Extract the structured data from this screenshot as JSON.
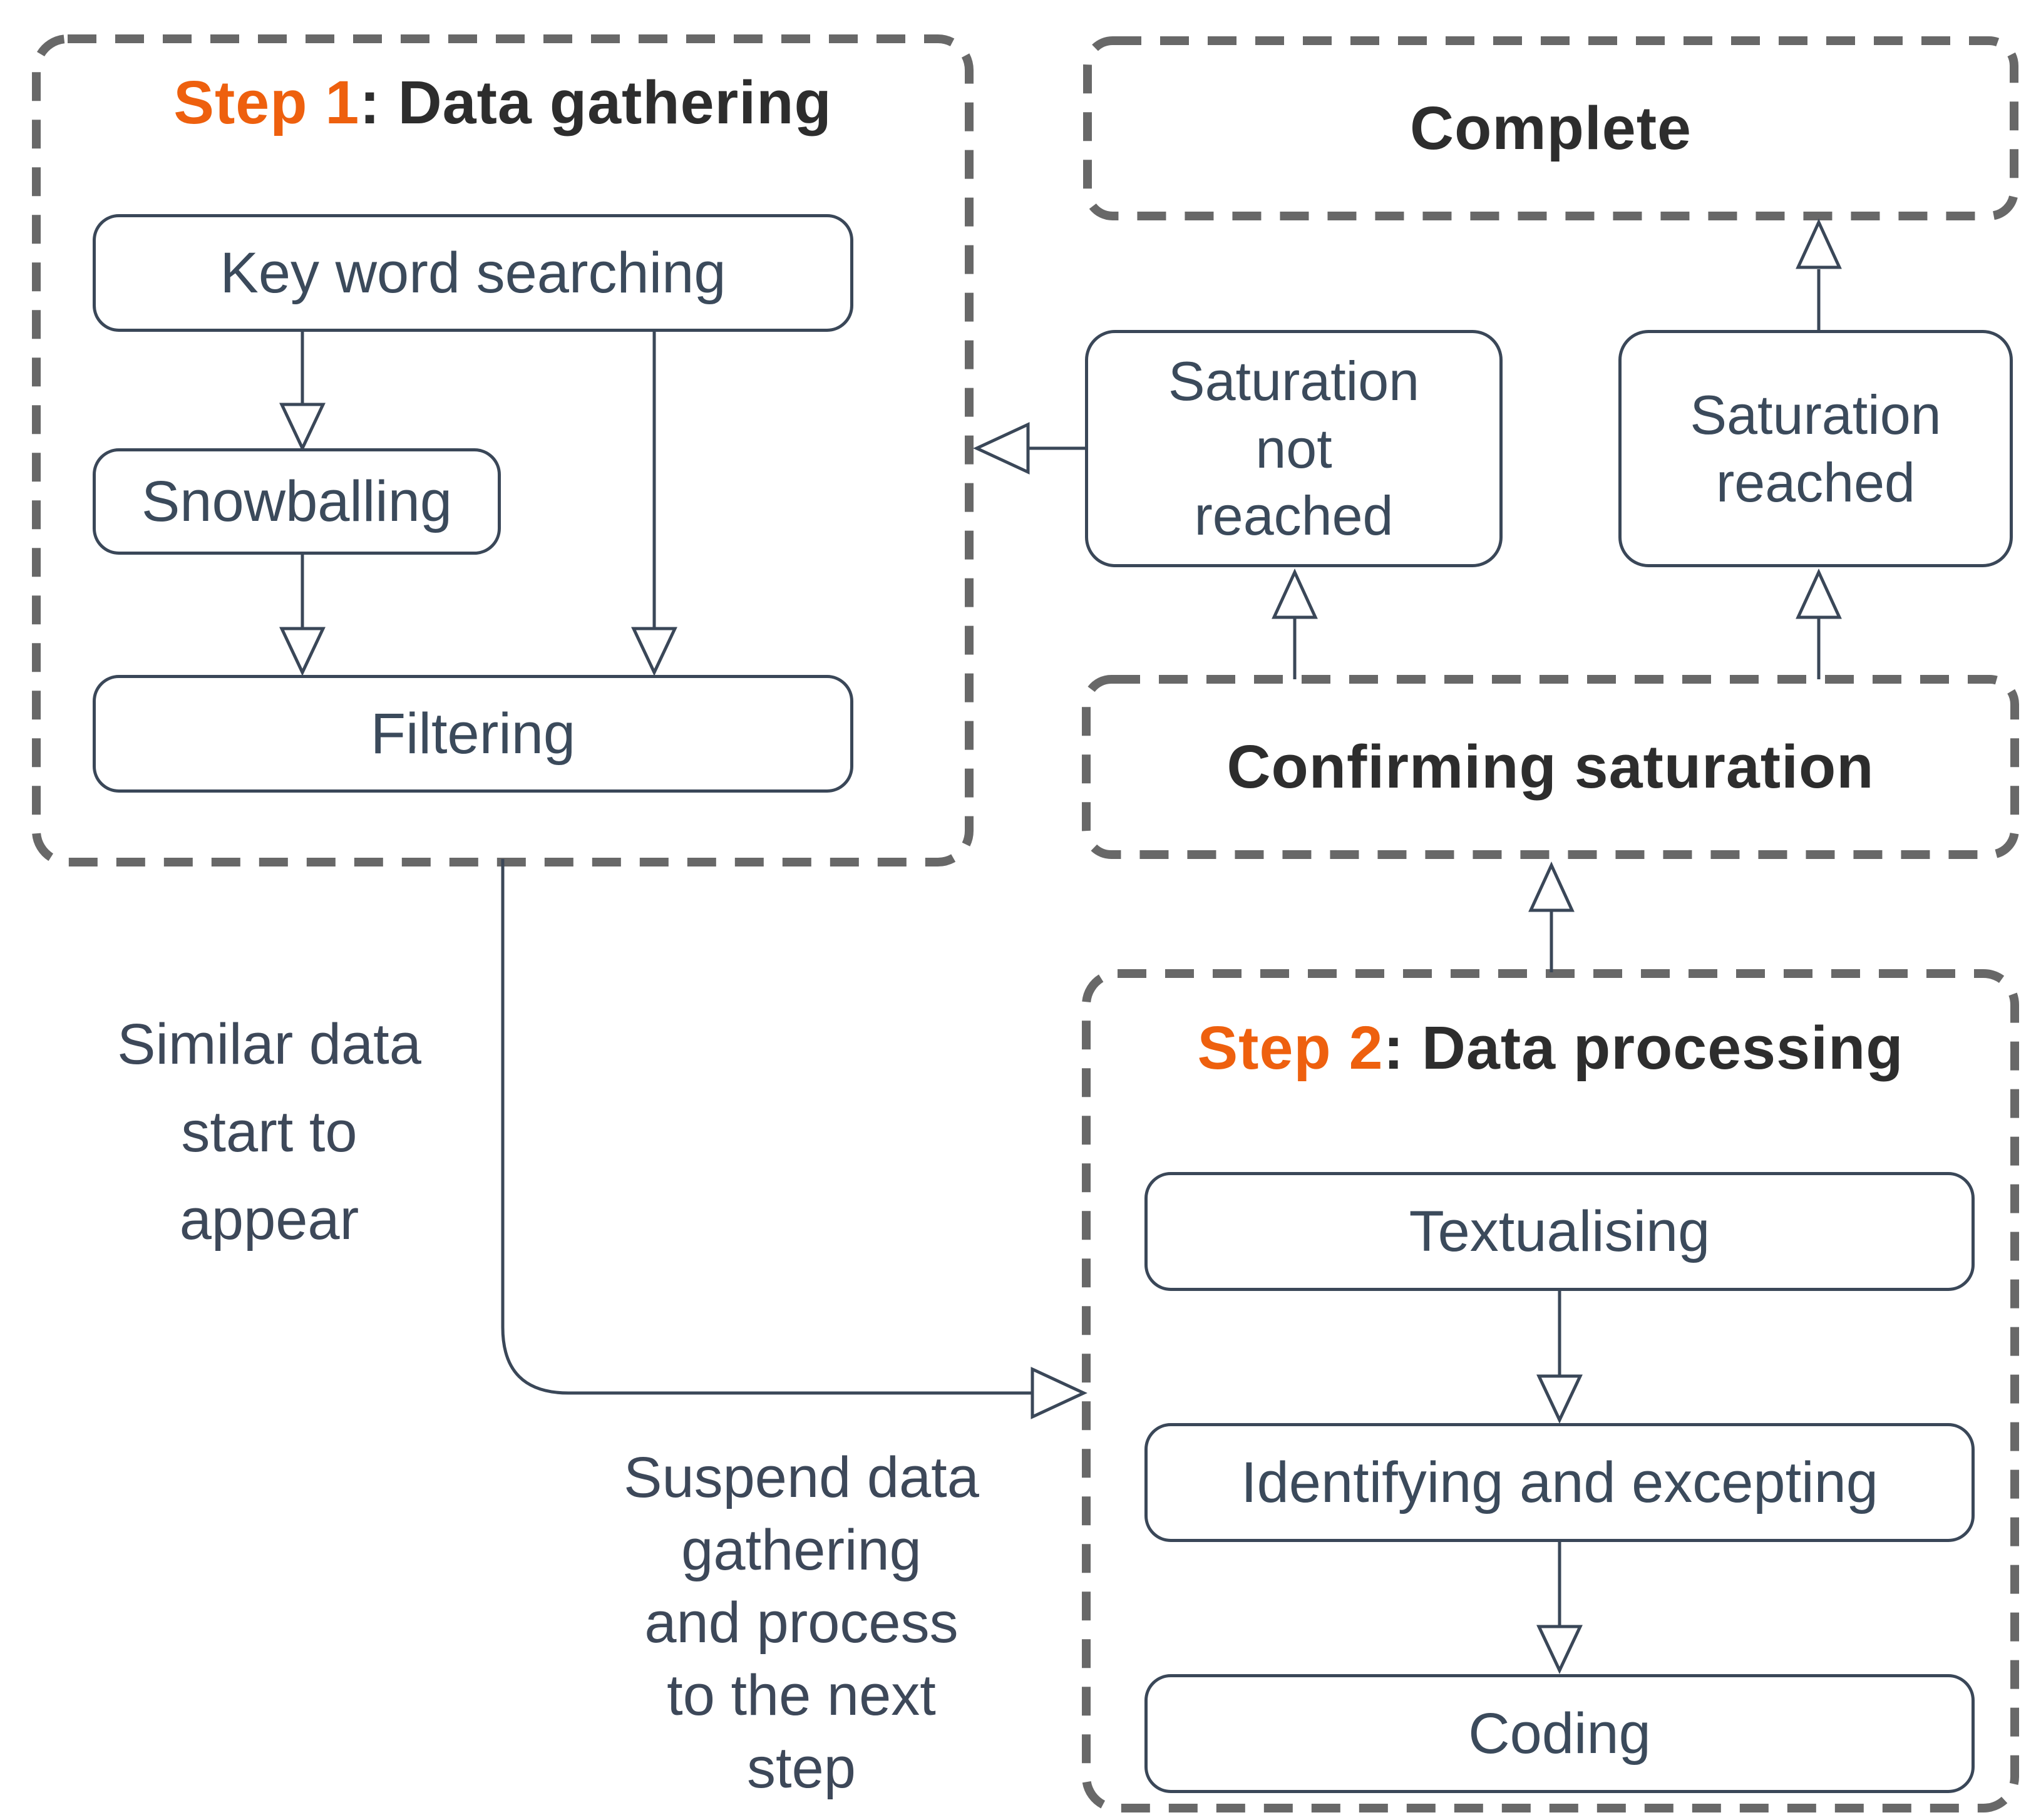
{
  "colors": {
    "accent_orange": "#ee600e",
    "outline": "#3a4758",
    "dashed_border": "#686868",
    "heading_text": "#2d2d2d"
  },
  "step1": {
    "title_step": "Step 1",
    "title_rest": ": Data gathering",
    "boxes": [
      "Key word searching",
      "Snowballing",
      "Filtering"
    ]
  },
  "complete": {
    "title": "Complete"
  },
  "saturation_not_reached": {
    "label": "Saturation\nnot\nreached"
  },
  "saturation_reached": {
    "label": "Saturation\nreached"
  },
  "confirming": {
    "title": "Confirming saturation"
  },
  "step2": {
    "title_step": "Step 2",
    "title_rest": ": Data processing",
    "boxes": [
      "Textualising",
      "Identifying and excepting",
      "Coding"
    ]
  },
  "annotations": {
    "similar_data": "Similar data\nstart to\nappear",
    "suspend_data": "Suspend data\ngathering\nand process\nto the next\nstep"
  }
}
